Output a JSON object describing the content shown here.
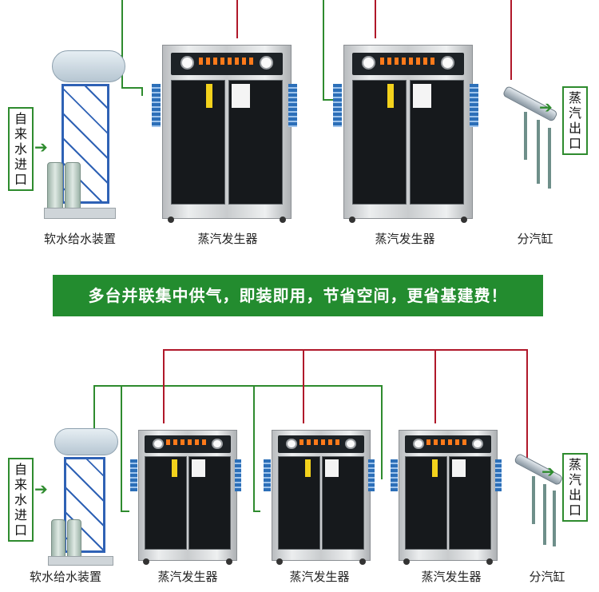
{
  "top_section": {
    "inlet_label": "自来水进口",
    "outlet_label": "蒸汽出口",
    "softener_label": "软水给水装置",
    "generators": [
      {
        "label": "蒸汽发生器"
      },
      {
        "label": "蒸汽发生器"
      }
    ],
    "manifold_label": "分汽缸"
  },
  "banner": {
    "text": "多台并联集中供气，即装即用，节省空间，更省基建费！"
  },
  "bottom_section": {
    "inlet_label": "自来水进口",
    "outlet_label": "蒸汽出口",
    "softener_label": "软水给水装置",
    "generators": [
      {
        "label": "蒸汽发生器"
      },
      {
        "label": "蒸汽发生器"
      },
      {
        "label": "蒸汽发生器"
      }
    ],
    "manifold_label": "分汽缸"
  },
  "colors": {
    "water_pipe": "#2e8b2e",
    "steam_pipe": "#b0182a",
    "banner_bg": "#238c2f"
  }
}
